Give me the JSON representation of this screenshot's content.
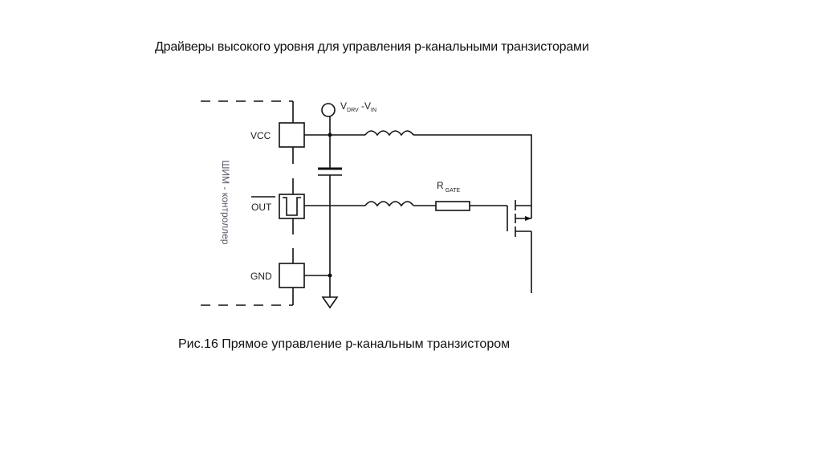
{
  "title": "Драйверы высокого уровня для управления p-канальными транзисторами",
  "caption": "Рис.16 Прямое управление p-канальным транзистором",
  "diagram": {
    "controller_label": "ШИМ - контроллер",
    "pins": {
      "vcc": "VCC",
      "out": "OUT",
      "gnd": "GND"
    },
    "supply": {
      "v": "V",
      "drv_sub": "DRV",
      "minus": " -V",
      "in_sub": "IN"
    },
    "resistor": {
      "r": "R",
      "gate_sub": "GATE"
    }
  }
}
